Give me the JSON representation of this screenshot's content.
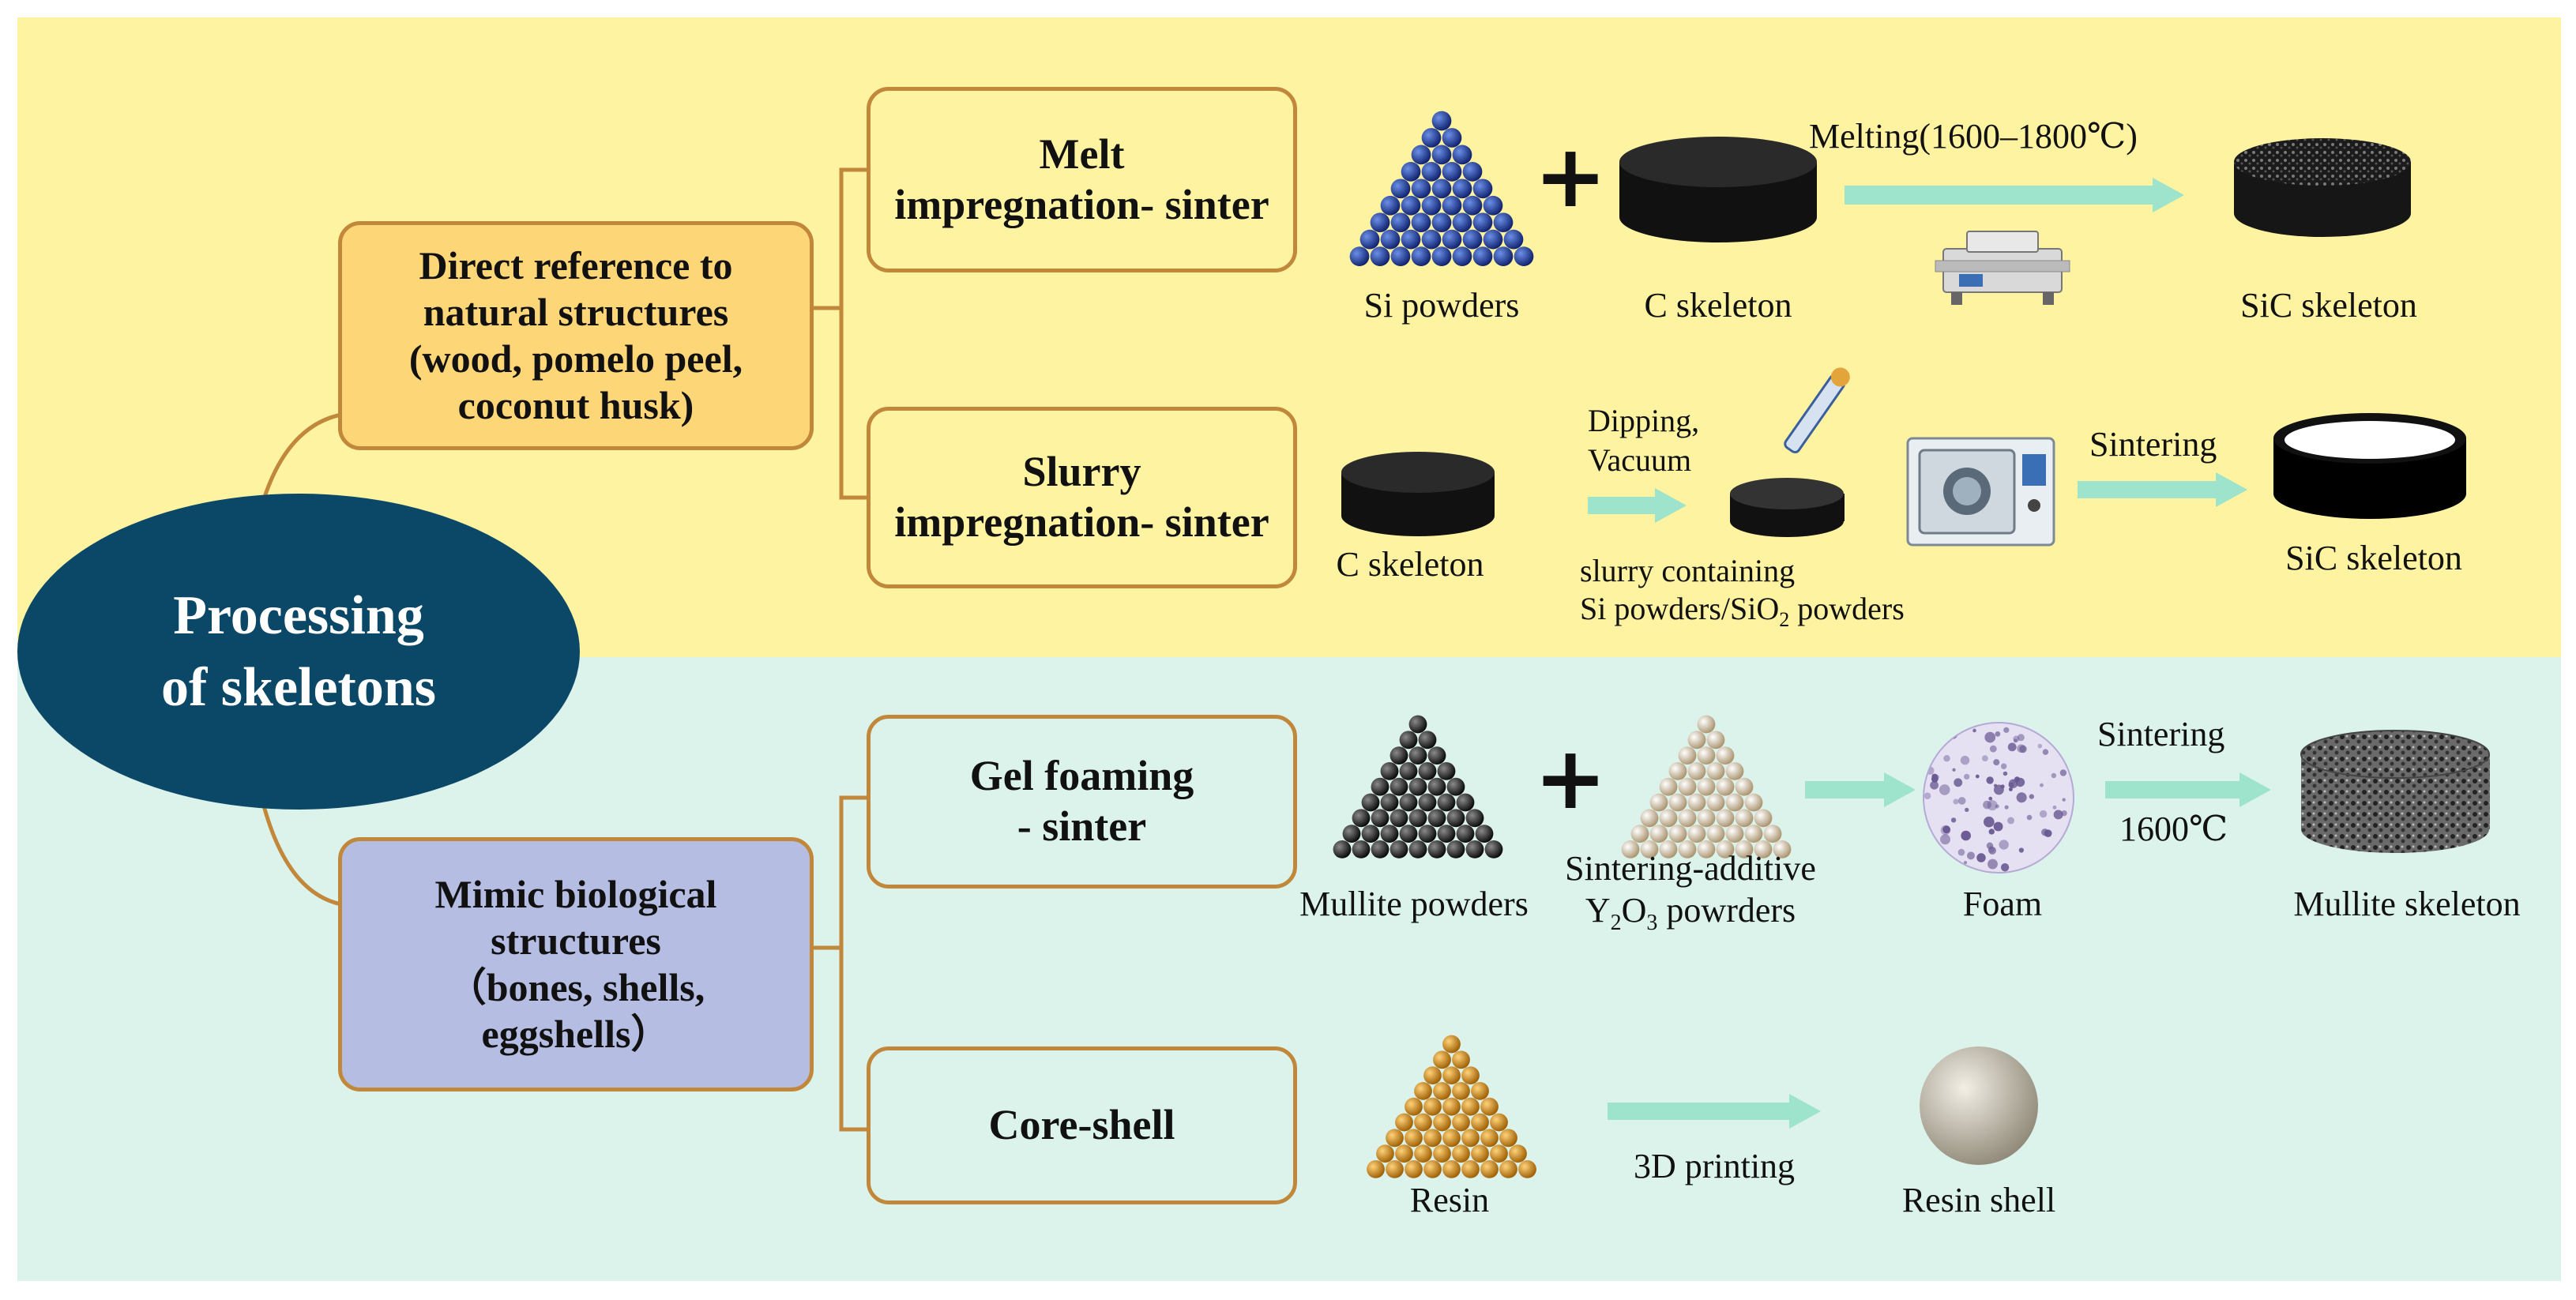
{
  "root": {
    "line1": "Processing",
    "line2": "of  skeletons"
  },
  "groups": {
    "natural": {
      "lines": [
        "Direct reference to",
        "natural structures",
        "(wood, pomelo peel,",
        "coconut husk)"
      ],
      "color": "#fdd677"
    },
    "biological": {
      "lines": [
        "Mimic biological",
        "structures",
        "（bones, shells,",
        "eggshells）"
      ],
      "color": "#b5bde3"
    }
  },
  "methods": {
    "melt": [
      "Melt",
      "impregnation- sinter"
    ],
    "slurry": [
      "Slurry",
      "impregnation- sinter"
    ],
    "gel": [
      "Gel foaming",
      "- sinter"
    ],
    "core": [
      "Core-shell"
    ]
  },
  "melt_row": {
    "si_powders": "Si powders",
    "c_skeleton": "C skeleton",
    "step": "Melting(1600–1800℃)",
    "product": "SiC skeleton"
  },
  "slurry_row": {
    "c_skeleton": "C skeleton",
    "step_line1": "Dipping,",
    "step_line2": "Vacuum",
    "slurry_line1": "slurry containing",
    "slurry_line2": "Si powders/SiO",
    "slurry_sub": "2",
    "slurry_line2_end": " powders",
    "sintering": "Sintering",
    "product": "SiC skeleton"
  },
  "gel_row": {
    "mullite": "Mullite powders",
    "additive_line1": "Sintering-additive",
    "additive_y": "Y",
    "additive_sub1": "2",
    "additive_o": "O",
    "additive_sub2": "3",
    "additive_rest": " powrders",
    "foam": "Foam",
    "sintering": "Sintering",
    "temperature": "1600℃",
    "product": "Mullite skeleton"
  },
  "core_row": {
    "resin": "Resin",
    "step": "3D printing",
    "product": "Resin shell"
  },
  "colors": {
    "top_band": "#fdf3a1",
    "bottom_band": "#dcf3ec",
    "root": "#0b4868",
    "connector": "#c1873b",
    "arrow": "#9ee3cc"
  }
}
